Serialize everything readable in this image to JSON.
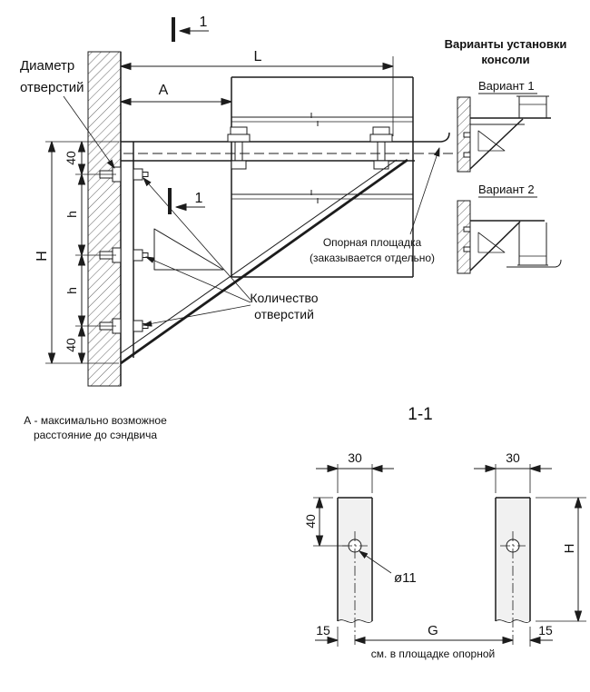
{
  "main_view": {
    "section_cut_label": "1",
    "labels": {
      "hole_diameter_1": "Диаметр",
      "hole_diameter_2": "отверстий",
      "hole_count_1": "Количество",
      "hole_count_2": "отверстий",
      "platform_1": "Опорная площадка",
      "platform_2": "(заказывается отдельно)"
    },
    "dims": {
      "length": "L",
      "distance": "A",
      "height": "H",
      "top_spacing": "40",
      "h_upper": "h",
      "h_lower": "h",
      "bottom_spacing": "40"
    }
  },
  "variants_panel": {
    "title_1": "Варианты установки",
    "title_2": "консоли",
    "variant_1": "Вариант 1",
    "variant_2": "Вариант 2"
  },
  "footnote": {
    "line_1": "А - максимально возможное",
    "line_2": "расстояние до сэндвича"
  },
  "section_view": {
    "title": "1-1",
    "dims": {
      "plate_width_left": "30",
      "plate_width_right": "30",
      "hole_offset": "40",
      "hole_diameter": "ø11",
      "plate_height": "H",
      "edge_left": "15",
      "spacing": "G",
      "edge_right": "15"
    },
    "note": "см. в площадке опорной"
  },
  "colors": {
    "line": "#1c1c1c",
    "text": "#111111"
  }
}
